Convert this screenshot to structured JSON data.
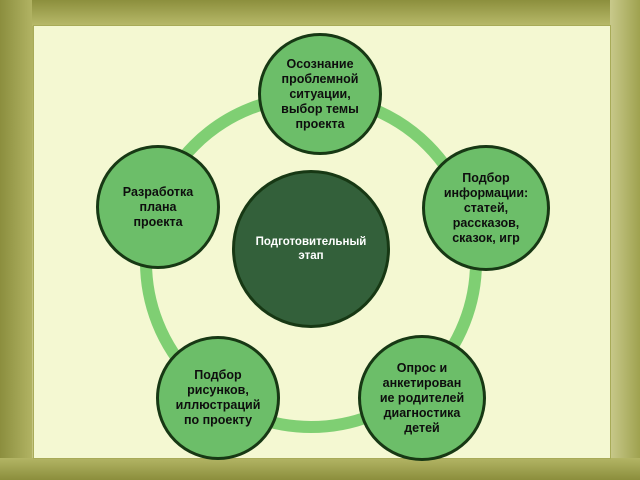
{
  "diagram": {
    "center": "Подготовительный\nэтап",
    "nodes": [
      "Осознание\nпроблемной\nситуации,\nвыбор темы\nпроекта",
      "Подбор\nинформации:\nстатей,\nрассказов,\nсказок, игр",
      "Опрос и\nанкетирован\nие родителей\nдиагностика\nдетей",
      "Подбор\nрисунков,\nиллюстраций\nпо проекту",
      "Разработка\nплана\nпроекта"
    ],
    "colors": {
      "ring": "#7fcf73",
      "node_fill": "#6cbe69",
      "center_fill": "#33603a",
      "outline": "#173814",
      "slide_background": "#f4f8d2",
      "frame": "#b7b86a"
    }
  }
}
